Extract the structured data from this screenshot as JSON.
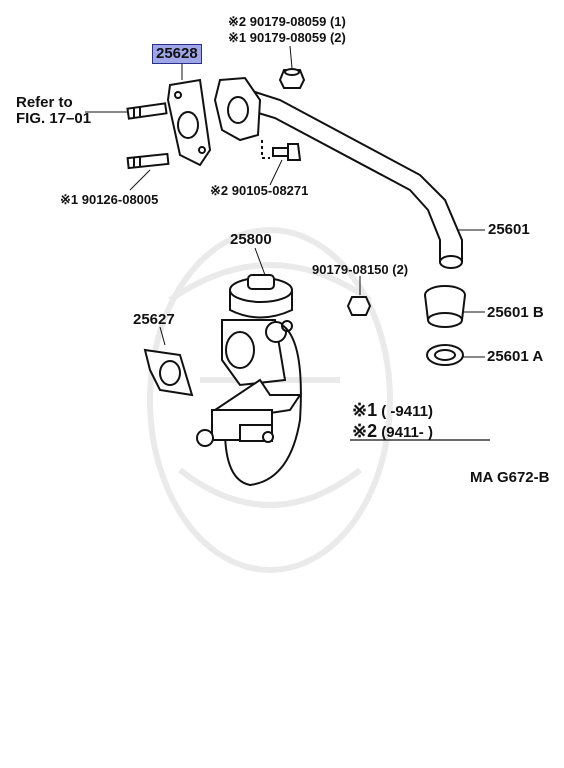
{
  "diagram": {
    "part_labels": {
      "p25628": "25628",
      "p25601": "25601",
      "p25800": "25800",
      "p25627": "25627",
      "p25601B": "25601 B",
      "p25601A": "25601 A",
      "bolt_08059_2": "※2 90179-08059 (1)",
      "bolt_08059_1": "※1 90179-08059 (2)",
      "refer_line1": "Refer to",
      "refer_line2": "FIG. 17–01",
      "stud_08005": "※1 90126-08005",
      "bolt_08271": "※2 90105-08271",
      "nut_08150": "90179-08150 (2)"
    },
    "legend": {
      "row1_mark": "※1",
      "row1_text": "(       -9411)",
      "row2_mark": "※2",
      "row2_text": "(9411-         )"
    },
    "code": "MA G672-B",
    "highlight_color": "#9fa6e8"
  }
}
